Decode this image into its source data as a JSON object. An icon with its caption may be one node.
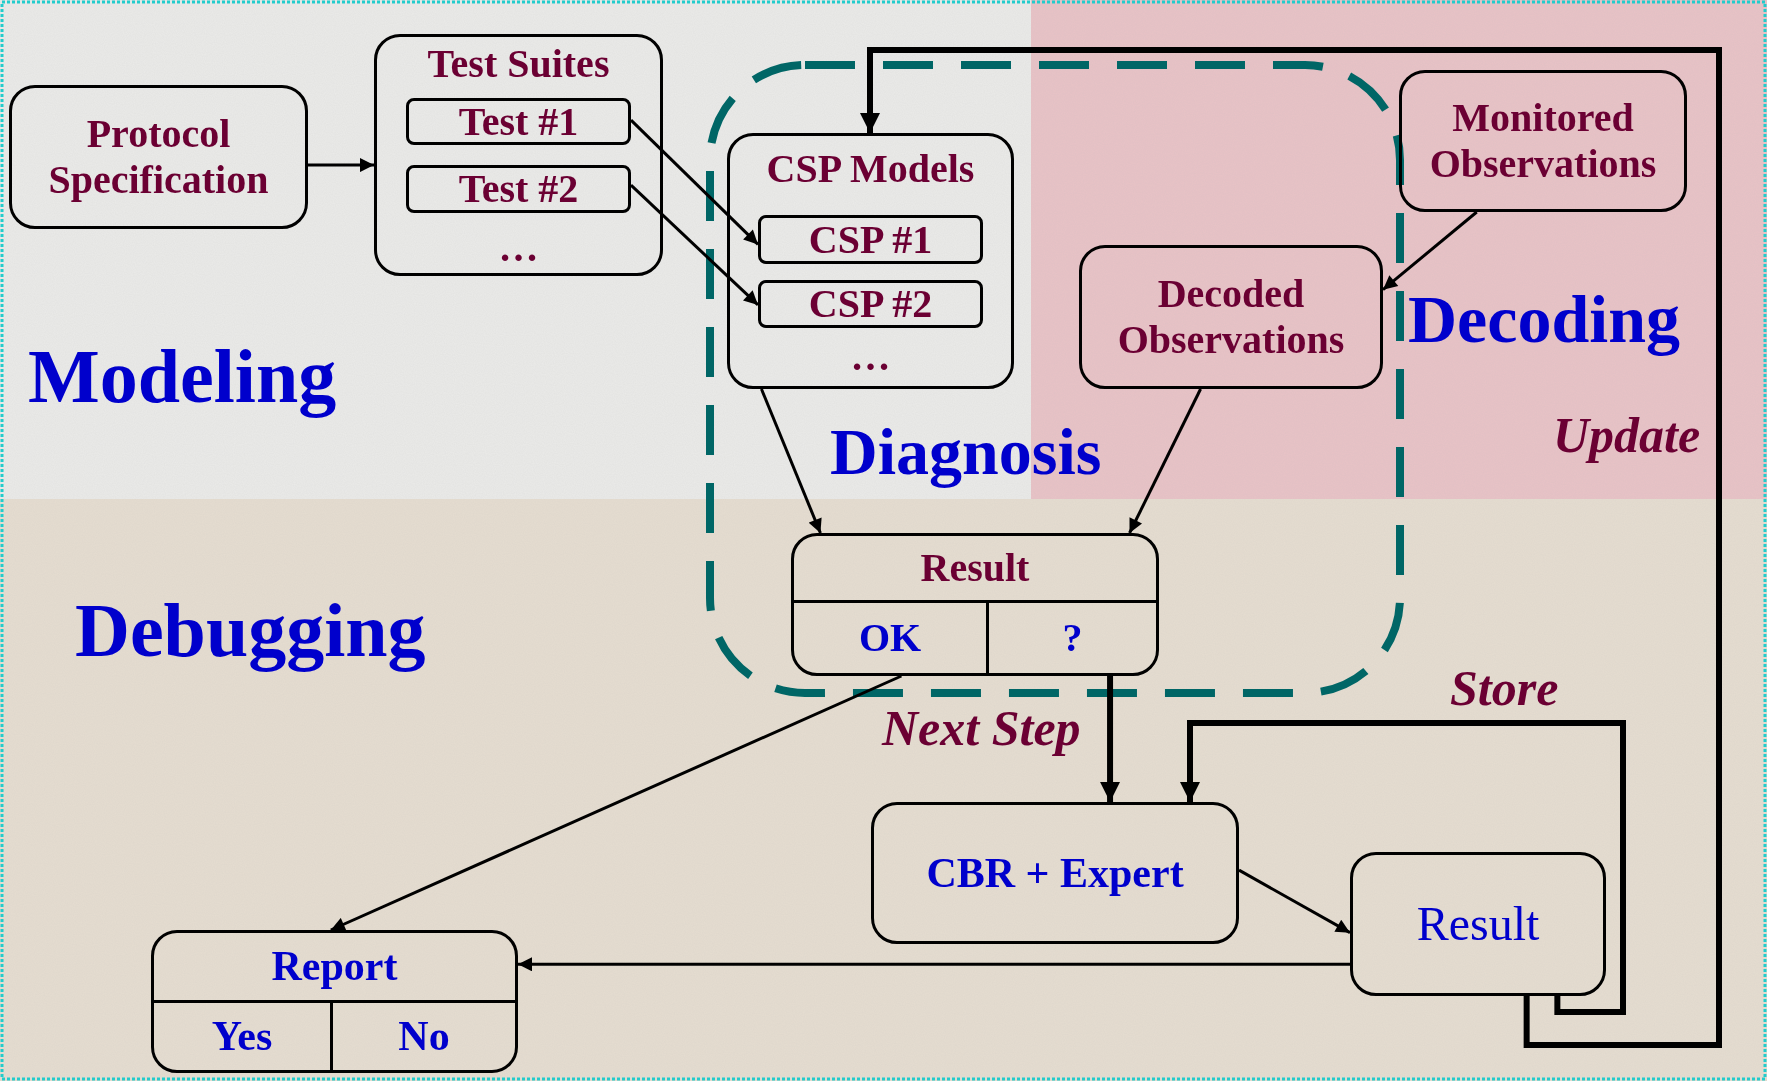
{
  "diagram": {
    "nodes": [
      {
        "text": [
          "Protocol Specification"
        ]
      },
      {
        "text": [
          "Test Suites",
          "…"
        ]
      },
      {
        "text": [
          "Test #1"
        ],
        "in": 1
      },
      {
        "text": [
          "Test #2"
        ],
        "in": 1
      },
      {
        "text": [
          "CSP Models",
          "…"
        ]
      },
      {
        "text": [
          "CSP #1"
        ],
        "in": 4
      },
      {
        "text": [
          "CSP #2"
        ],
        "in": 4
      },
      {
        "text": [
          "Monitored Observations"
        ]
      },
      {
        "text": [
          "Decoded Observations"
        ]
      },
      {
        "text": [
          "Result",
          "OK",
          "?"
        ]
      },
      {
        "text": [
          "CBR + Expert"
        ]
      },
      {
        "text": [
          "Result"
        ]
      },
      {
        "text": [
          "Report",
          "Yes",
          "No"
        ]
      }
    ],
    "edges": [
      {
        "from": 0,
        "to": 1,
        "arrow": "to"
      },
      {
        "from": 2,
        "to": 5,
        "arrow": "to"
      },
      {
        "from": 3,
        "to": 6,
        "arrow": "to"
      },
      {
        "from": 7,
        "to": 8,
        "arrow": "to"
      },
      {
        "from": 4,
        "to": 9,
        "arrow": "to"
      },
      {
        "from": 8,
        "to": 9,
        "arrow": "to"
      },
      {
        "from": 9,
        "to": 12,
        "arrow": "to"
      },
      {
        "from": 9,
        "to": 10,
        "arrow": "to",
        "label": "Next Step",
        "style": "thick"
      },
      {
        "from": 11,
        "to": 10,
        "arrow": "to",
        "label": "Store",
        "style": "thick"
      },
      {
        "from": 10,
        "to": 11,
        "arrow": "to"
      },
      {
        "from": 11,
        "to": 12,
        "arrow": "to"
      },
      {
        "from": 11,
        "to": 4,
        "arrow": "to",
        "label": "Update",
        "style": "thick"
      }
    ],
    "labels": [
      "Decoding",
      "Modeling",
      "Diagnosis",
      "Debugging"
    ]
  }
}
